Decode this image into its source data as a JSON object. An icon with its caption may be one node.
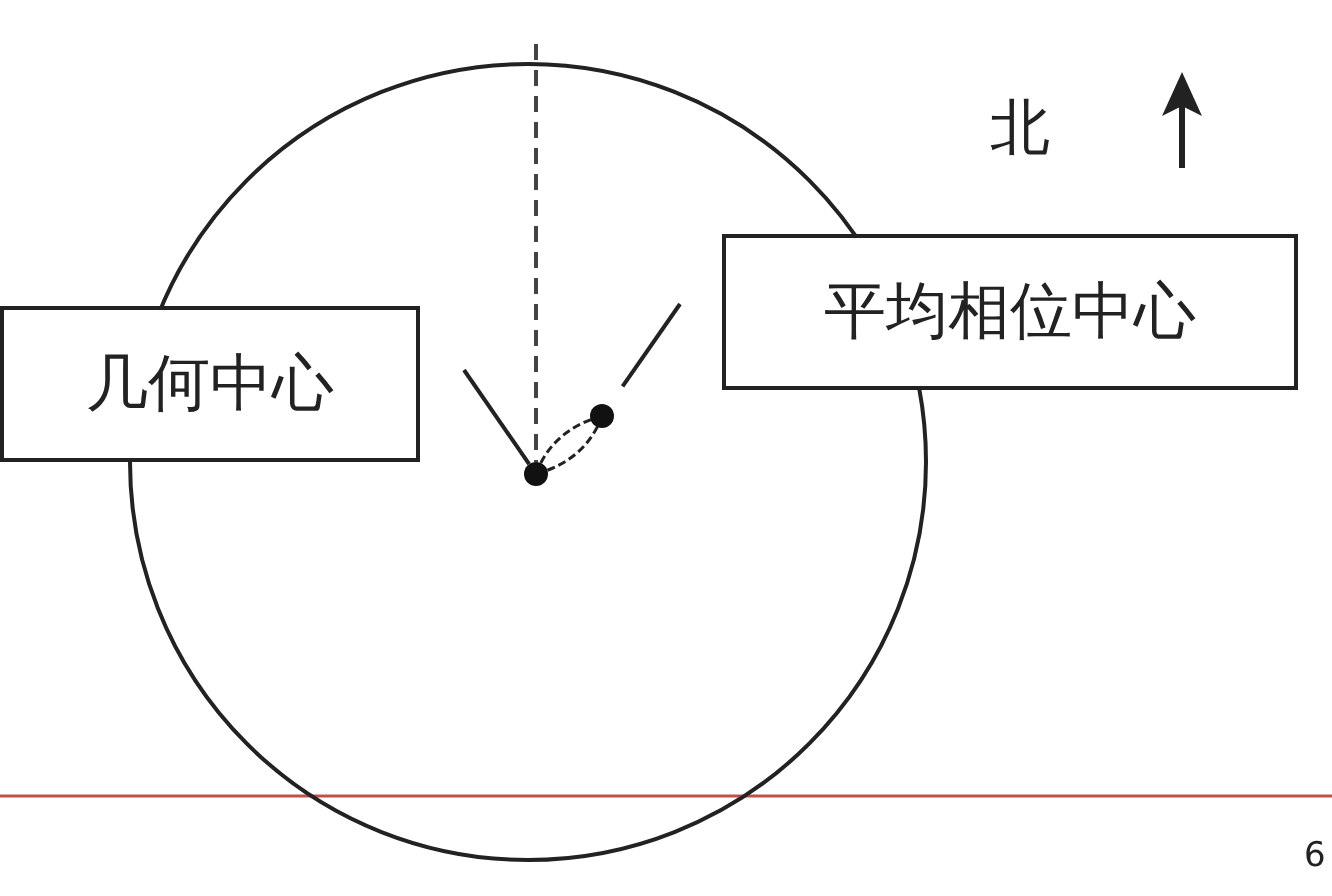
{
  "diagram": {
    "nodes": [
      {
        "text": [
          "几何中心"
        ]
      },
      {
        "text": [
          "平均相位中心"
        ]
      },
      {
        "text": [],
        "shape": "circle"
      },
      {
        "text": [],
        "shape": "circle"
      }
    ],
    "edges": [
      {
        "from": 0,
        "to": 2,
        "arrow": "none"
      },
      {
        "from": 1,
        "to": 3,
        "arrow": "none"
      },
      {
        "from": 2,
        "to": 3,
        "arrow": "none",
        "style": "dashed"
      }
    ],
    "labels": [
      "北",
      "6"
    ]
  }
}
